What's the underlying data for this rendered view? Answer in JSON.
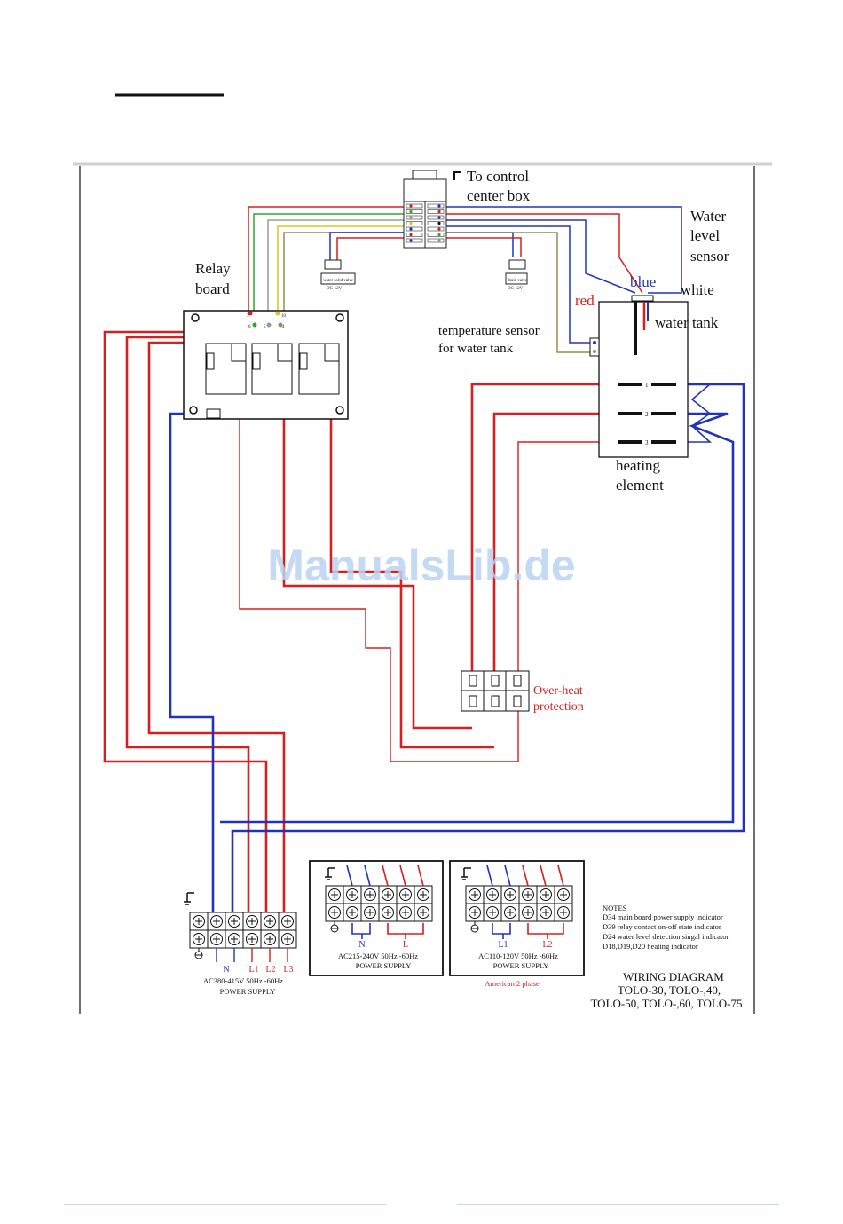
{
  "colors": {
    "red": "#d81e1e",
    "blue": "#2233bb",
    "green": "#2ea82e",
    "yellow": "#d8c820",
    "gray": "#9a9a9a",
    "tan": "#9b8a55",
    "pink": "#e79a9a",
    "footer_line": "#a9cbee"
  },
  "labels": {
    "control_box": [
      "To control",
      "center box"
    ],
    "water_level_sensor": [
      "Water",
      "level",
      "sensor"
    ],
    "relay_board": [
      "Relay",
      "board"
    ],
    "blue": "blue",
    "white": "white",
    "red": "red",
    "water_tank": "water tank",
    "temp_sensor": [
      "temperature sensor",
      "for water tank"
    ],
    "heating_element": [
      "heating",
      "element"
    ],
    "overheat": [
      "Over-heat",
      "protection"
    ],
    "watermark": "ManualsLib.de",
    "valve_left": "water solid valve",
    "valve_left_v": "DC-12V",
    "valve_right": "drain valve",
    "valve_right_v": "DC-12V",
    "heater_nums": [
      "1",
      "2",
      "3"
    ],
    "relay_terms": [
      "3",
      "6",
      "5",
      "4",
      "10"
    ]
  },
  "supply_380": {
    "phases": [
      "N",
      "L1",
      "L2",
      "L3"
    ],
    "line1": "AC380-415V  50Hz  -60Hz",
    "line2": "POWER SUPPLY"
  },
  "supply_220": {
    "phases": [
      "N",
      "L"
    ],
    "line1": "AC215-240V  50Hz  -60Hz",
    "line2": "POWER SUPPLY"
  },
  "supply_110": {
    "phases": [
      "L1",
      "L2"
    ],
    "line1": "AC110-120V  50Hz  -60Hz",
    "line2": "POWER SUPPLY",
    "note": "American 2 phase"
  },
  "notes": {
    "title": "NOTES",
    "lines": [
      "D34 main board power supply indicator",
      "D39 relay contact on-off state indicator",
      "D24 water level detection singal indicator",
      "D18,D19,D20 heating indicator"
    ]
  },
  "diagram_title": {
    "line1": "WIRING DIAGRAM",
    "line2": "TOLO-30,  TOLO-,40,",
    "line3": "TOLO-50,  TOLO-,60,  TOLO-75"
  }
}
